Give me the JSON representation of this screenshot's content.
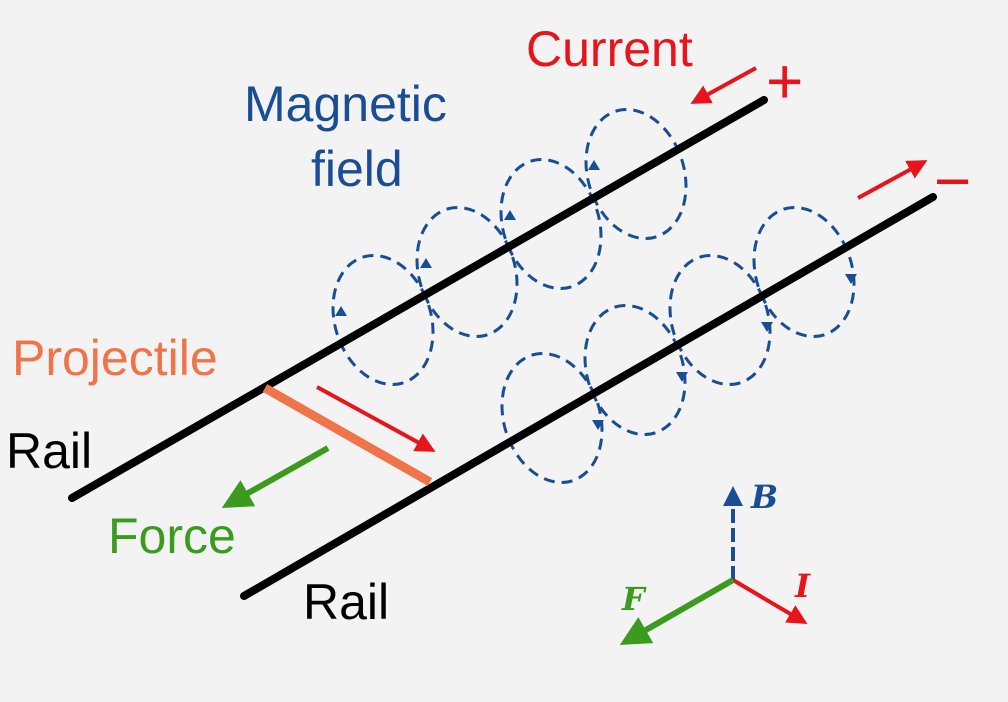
{
  "labels": {
    "current": "Current",
    "magnetic_field_line1": "Magnetic",
    "magnetic_field_line2": "field",
    "projectile": "Projectile",
    "rail_top": "Rail",
    "rail_bottom": "Rail",
    "force": "Force",
    "plus": "+",
    "minus": "−"
  },
  "axes": {
    "b": "B",
    "f": "F",
    "i": "I"
  },
  "colors": {
    "background": "#f4f3f3",
    "rail": "#000000",
    "current": "#e8141b",
    "magnetic_field": "#1a4e94",
    "projectile": "#f0744a",
    "force": "#3a9b1e"
  }
}
